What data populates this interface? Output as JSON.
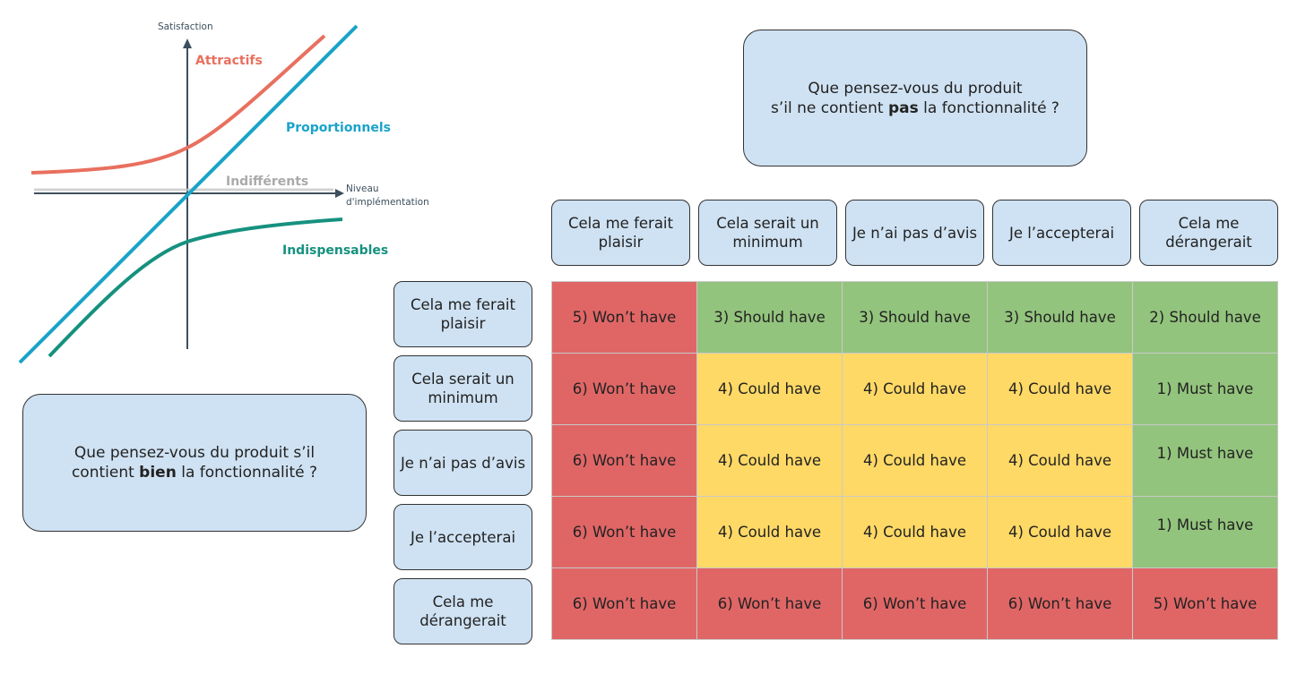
{
  "kano": {
    "y_axis_label": "Satisfaction",
    "x_axis_label_line1": "Niveau",
    "x_axis_label_line2": "d'implémentation",
    "curves": [
      {
        "label": "Attractifs",
        "color": "#e8705f"
      },
      {
        "label": "Proportionnels",
        "color": "#1aa3c9"
      },
      {
        "label": "Indifférents",
        "color": "#aaaaaa"
      },
      {
        "label": "Indispensables",
        "color": "#16917f"
      }
    ]
  },
  "question_absent": {
    "line1": "Que pensez-vous du produit",
    "line2_pre": "s’il ne contient ",
    "line2_bold": "pas",
    "line2_post": " la fonctionnalité ?"
  },
  "question_present": {
    "line1": "Que pensez-vous du produit s’il",
    "line2_pre": "contient ",
    "line2_bold": "bien",
    "line2_post": " la fonctionnalité ?"
  },
  "answers": [
    "Cela me ferait plaisir",
    "Cela serait un minimum",
    "Je n’ai pas d’avis",
    "Je l’accepterai",
    "Cela me dérangerait"
  ],
  "matrix": [
    [
      {
        "text": "5) Won’t have",
        "color": "red"
      },
      {
        "text": "3) Should have",
        "color": "green"
      },
      {
        "text": "3) Should have",
        "color": "green"
      },
      {
        "text": "3) Should have",
        "color": "green"
      },
      {
        "text": "2) Should have",
        "color": "green"
      }
    ],
    [
      {
        "text": "6) Won’t have",
        "color": "red"
      },
      {
        "text": "4) Could have",
        "color": "yellow"
      },
      {
        "text": "4) Could have",
        "color": "yellow"
      },
      {
        "text": "4) Could have",
        "color": "yellow"
      },
      {
        "text": "1) Must have",
        "color": "green"
      }
    ],
    [
      {
        "text": "6) Won’t have",
        "color": "red"
      },
      {
        "text": "4) Could have",
        "color": "yellow"
      },
      {
        "text": "4) Could have",
        "color": "yellow"
      },
      {
        "text": "4) Could have",
        "color": "yellow"
      },
      {
        "text": "1) Must have",
        "color": "green"
      }
    ],
    [
      {
        "text": "6) Won’t have",
        "color": "red"
      },
      {
        "text": "4) Could have",
        "color": "yellow"
      },
      {
        "text": "4) Could have",
        "color": "yellow"
      },
      {
        "text": "4) Could have",
        "color": "yellow"
      },
      {
        "text": "1) Must have",
        "color": "green"
      }
    ],
    [
      {
        "text": "6) Won’t have",
        "color": "red"
      },
      {
        "text": "6) Won’t have",
        "color": "red"
      },
      {
        "text": "6) Won’t have",
        "color": "red"
      },
      {
        "text": "6) Won’t have",
        "color": "red"
      },
      {
        "text": "5) Won’t have",
        "color": "red"
      }
    ]
  ],
  "colors": {
    "red": "#e06666",
    "green": "#93c47d",
    "yellow": "#ffd966",
    "box": "#cfe2f3"
  }
}
